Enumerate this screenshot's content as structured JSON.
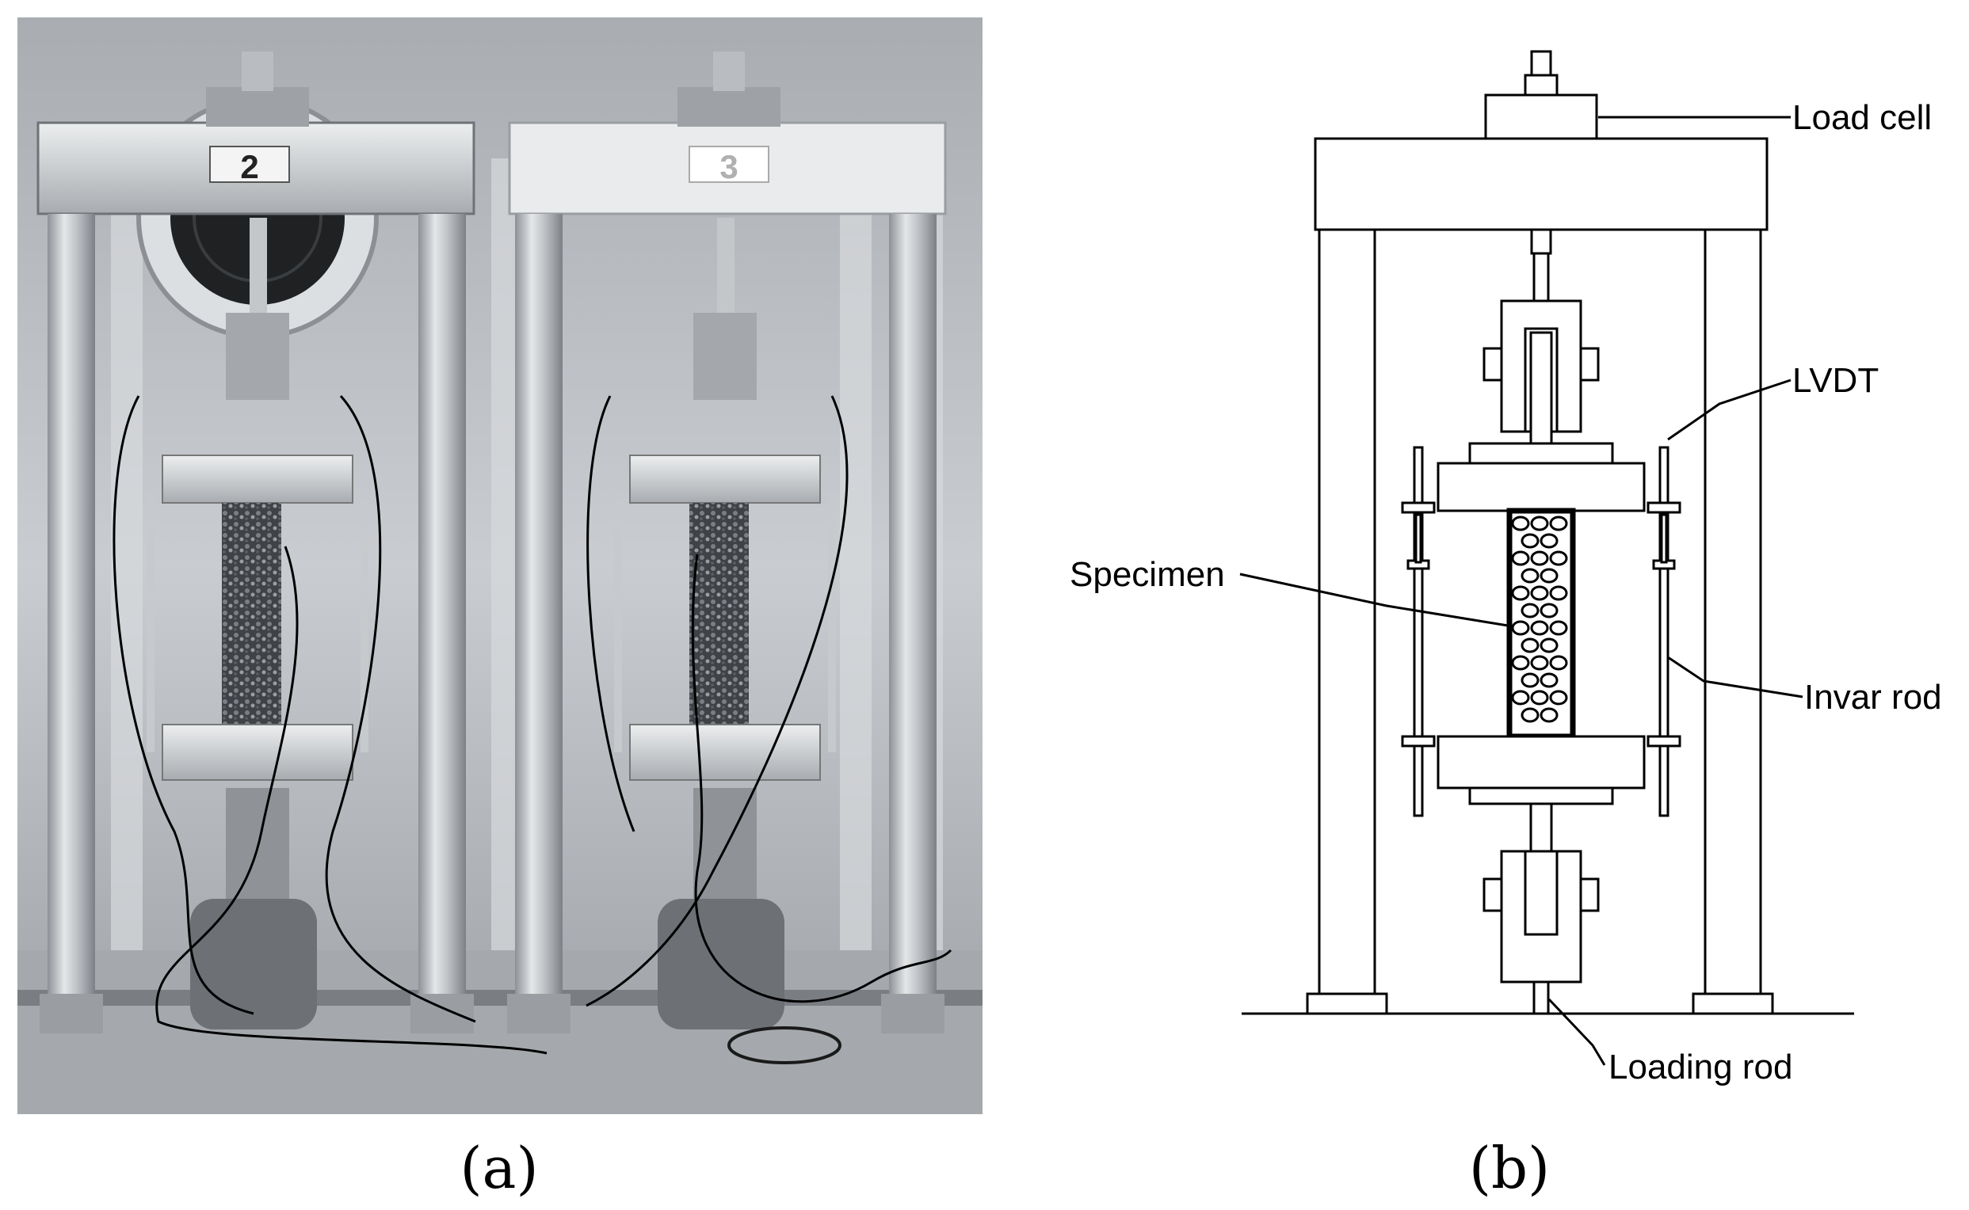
{
  "panel_a": {
    "caption": "(a)",
    "frame_numbers": [
      "2",
      "3"
    ]
  },
  "panel_b": {
    "caption": "(b)",
    "labels": {
      "load_cell": "Load cell",
      "lvdt": "LVDT",
      "specimen": "Specimen",
      "invar_rod": "Invar rod",
      "loading_rod": "Loading rod"
    }
  },
  "colors": {
    "photo_background": "#c9cccf",
    "steel": "#b4b8bc",
    "specimen": "#4a4a4a",
    "bellows": "#6d7075",
    "line": "#000000"
  }
}
